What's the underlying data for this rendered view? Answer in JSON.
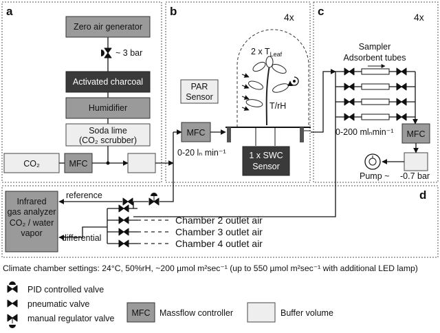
{
  "panels": {
    "a": "a",
    "b": "b",
    "c": "c",
    "d": "d",
    "b_count": "4x",
    "c_count": "4x"
  },
  "panel_a": {
    "zero_air": "Zero air generator",
    "pressure": "~ 3 bar",
    "charcoal": "Activated charcoal",
    "humidifier": "Humidifier",
    "soda_lime": "Soda lime",
    "scrubber": "(CO₂ scrubber)",
    "co2": "CO₂",
    "mfc": "MFC"
  },
  "panel_b": {
    "par_1": "PAR",
    "par_2": "Sensor",
    "mfc": "MFC",
    "flow": "0-20 lₙ min⁻¹",
    "tleaf": "2 x T",
    "tleaf_sub": "Leaf",
    "trh": "T/rH",
    "swc_1": "1 x SWC",
    "swc_2": "Sensor"
  },
  "panel_c": {
    "sampler": "Sampler",
    "tubes": "Adsorbent tubes",
    "flow": "0-200 mlₙmin⁻¹",
    "mfc": "MFC",
    "pump": "Pump ~",
    "pump_pressure": "-0.7 bar"
  },
  "panel_d": {
    "analyzer_1": "Infrared",
    "analyzer_2": "gas analyzer",
    "analyzer_3": "CO₂ / water",
    "analyzer_4": "vapor",
    "reference": "reference",
    "differential": "differential",
    "chamber2": "Chamber 2 outlet air",
    "chamber3": "Chamber 3 outlet air",
    "chamber4": "Chamber 4 outlet air"
  },
  "settings": "Climate chamber settings: 24°C, 50%rH, ~200 µmol m²sec⁻¹  (up to 550 µmol m²sec⁻¹ with additional LED lamp)",
  "legend": {
    "pid": "PID controlled valve",
    "pneumatic": "pneumatic valve",
    "manual": "manual regulator valve",
    "mfc_box": "MFC",
    "mfc": "Massflow controller",
    "buffer": "Buffer volume"
  },
  "colors": {
    "mfc_fill": "#8a8a8a",
    "dark_box": "#3a3a3a",
    "light_box": "#eeeeee"
  }
}
